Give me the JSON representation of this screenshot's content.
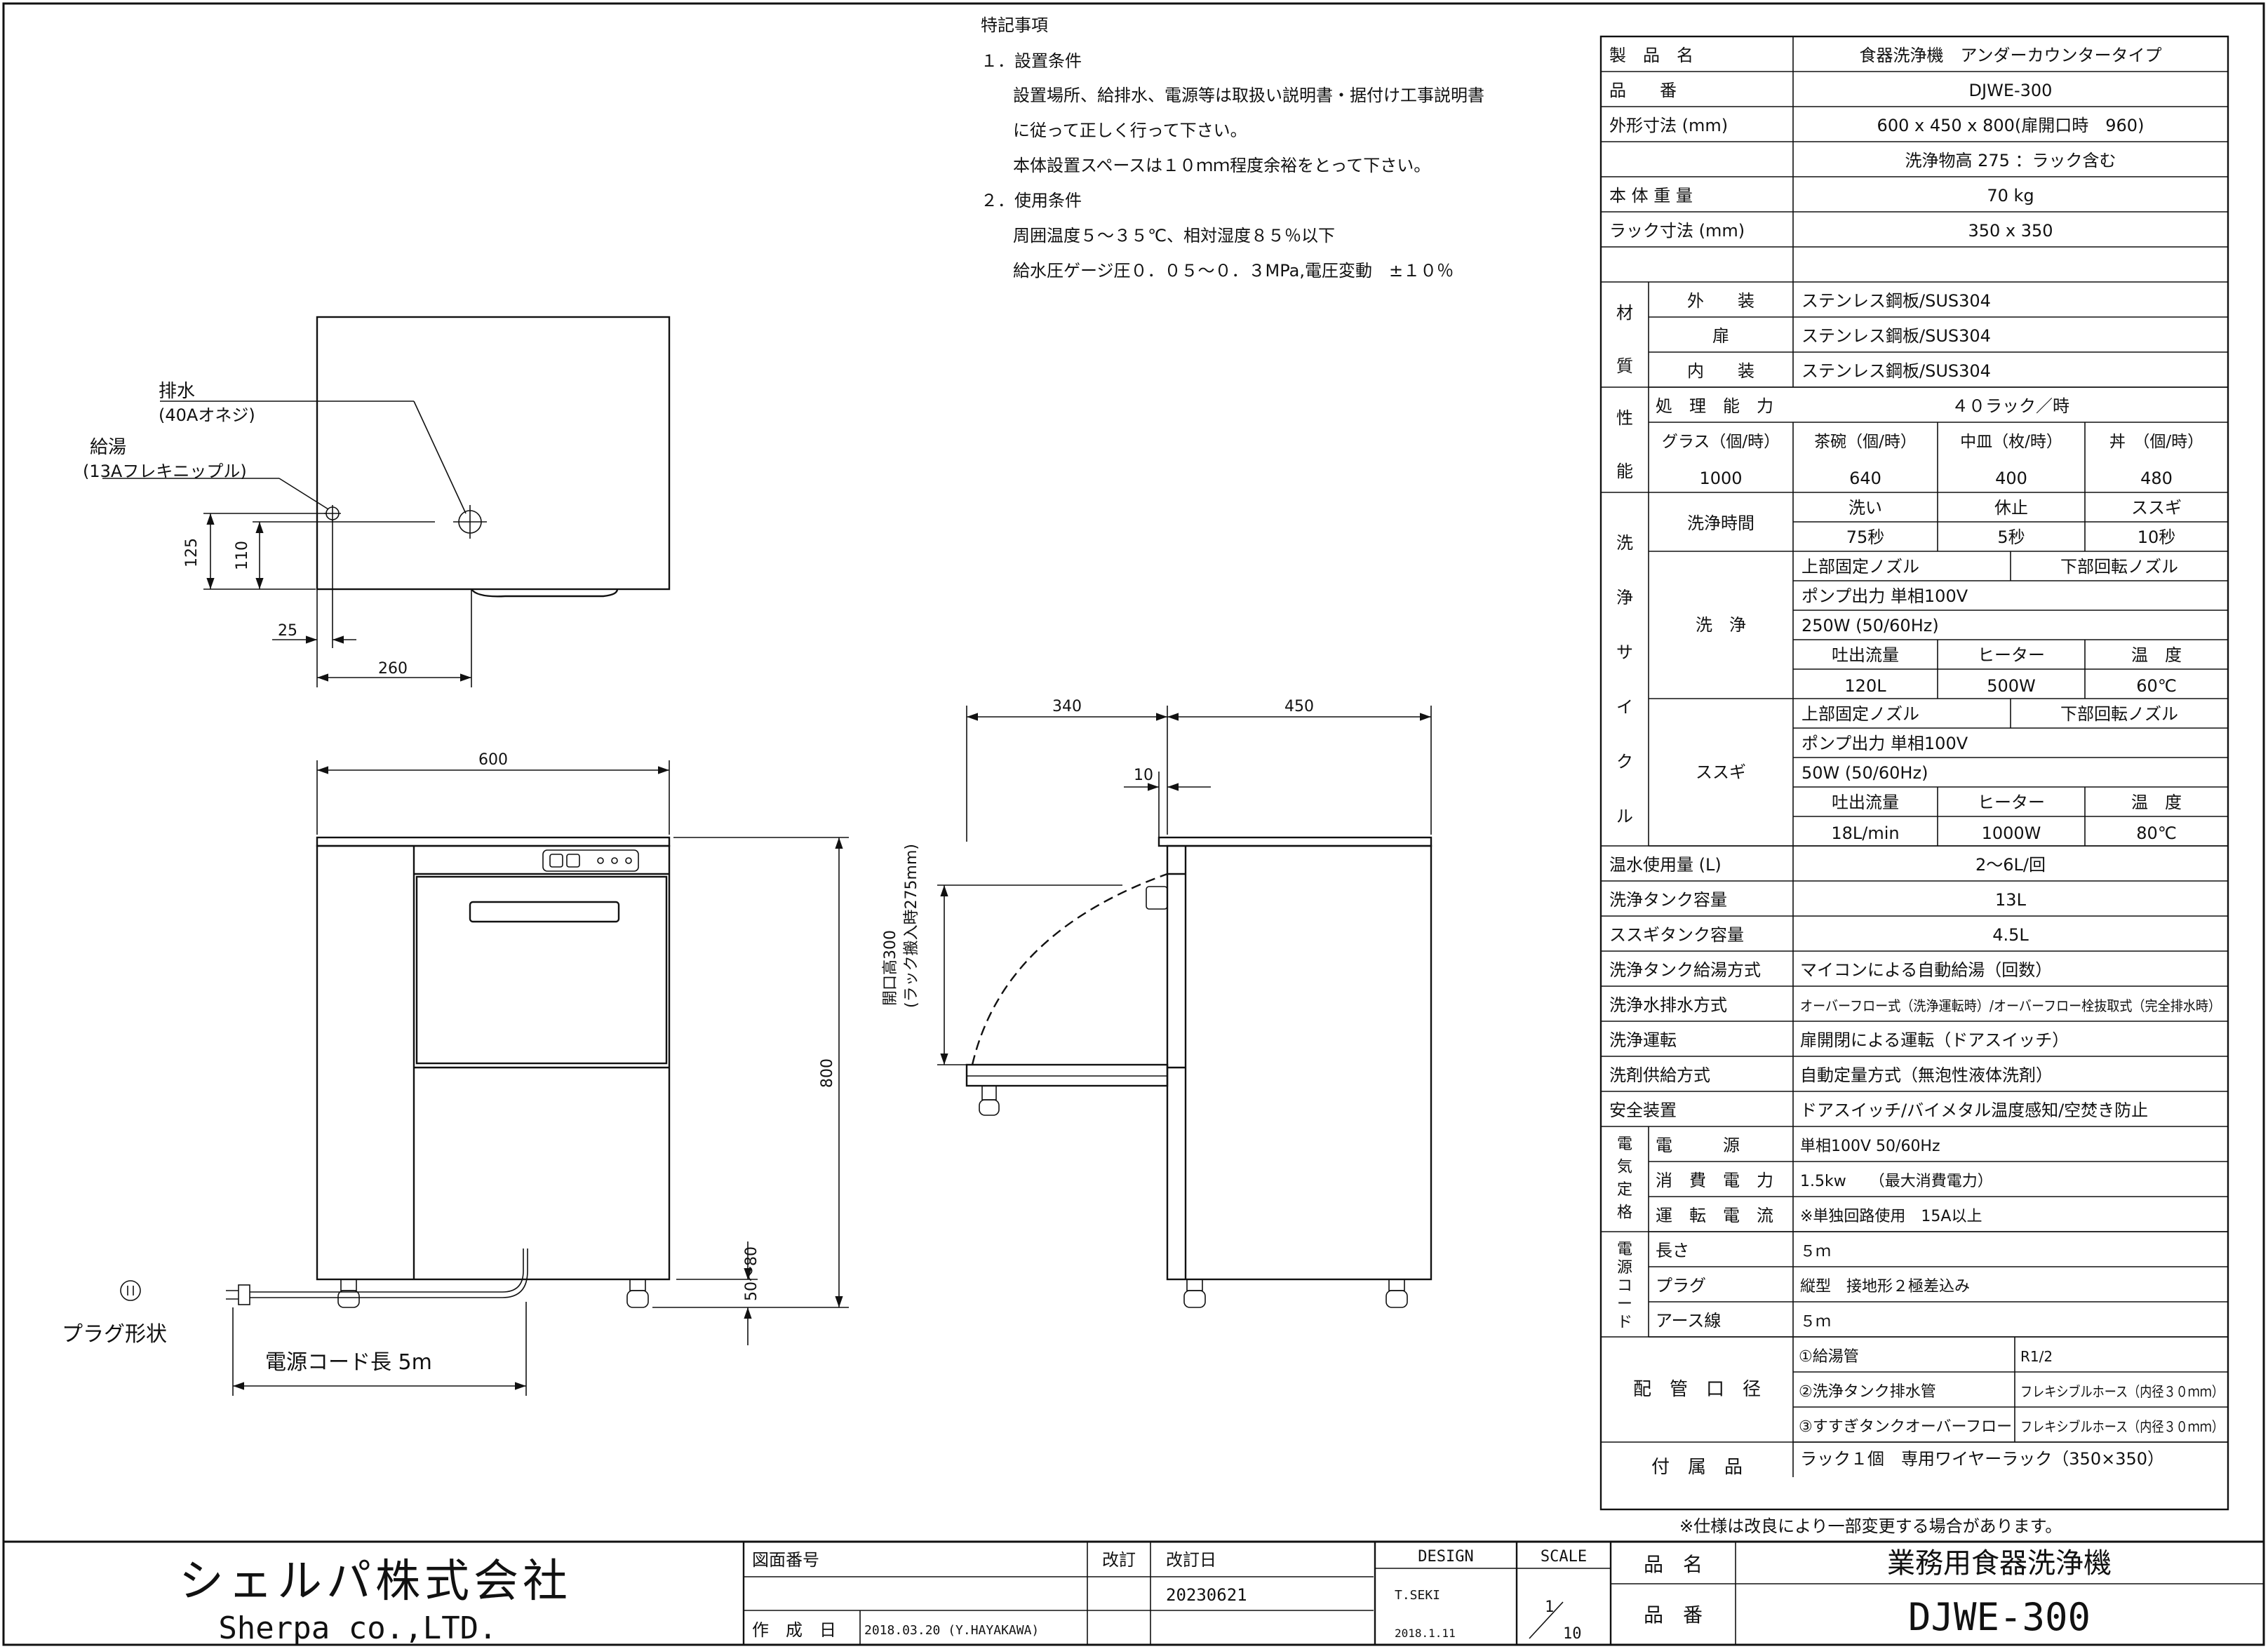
{
  "notes": {
    "heading": "特記事項",
    "lines": [
      "１．設置条件",
      "設置場所、給排水、電源等は取扱い説明書・据付け工事説明書",
      "に従って正しく行って下さい。",
      "本体設置スペースは１０ｍｍ程度余裕をとって下さい。",
      "２．使用条件",
      "周囲温度５～３５℃、相対湿度８５％以下",
      "給水圧ゲージ圧０．０５～０．３MPa,電圧変動　±１０％"
    ]
  },
  "drawing": {
    "top_view": {
      "drain_label": "排水",
      "drain_spec": "(40Aオネジ)",
      "supply_label": "給湯",
      "supply_spec": "(13Aフレキニップル)",
      "dim_125": "125",
      "dim_110": "110",
      "dim_25": "25",
      "dim_260": "260"
    },
    "front_view": {
      "dim_width": "600",
      "dim_height": "800",
      "dim_feet": "50～80",
      "cord_label": "電源コード長 5m",
      "plug_label": "プラグ形状"
    },
    "side_view": {
      "dim_340": "340",
      "dim_450": "450",
      "dim_10": "10",
      "opening_line1": "開口高300",
      "opening_line2": "(ラック搬入時275mm)"
    }
  },
  "spec_table": {
    "rows": [
      {
        "label": "製　品　名",
        "value": "食器洗浄機　アンダーカウンタータイプ"
      },
      {
        "label": "品　　番",
        "value": "DJWE-300"
      },
      {
        "label": "外形寸法 (mm)",
        "value": "600 x 450 x 800(扉開口時　960)"
      },
      {
        "label": "",
        "value": "洗浄物高 275 ：ラック含む"
      },
      {
        "label": "本 体 重 量",
        "value": "70 kg"
      },
      {
        "label": "ラック寸法 (mm)",
        "value": "350 x 350"
      },
      {
        "label": "",
        "value": ""
      }
    ],
    "material": {
      "group_chars": [
        "材",
        "質"
      ],
      "items": [
        {
          "label": "外　　装",
          "value": "ステンレス鋼板/SUS304"
        },
        {
          "label": "扉",
          "value": "ステンレス鋼板/SUS304"
        },
        {
          "label": "内　　装",
          "value": "ステンレス鋼板/SUS304"
        }
      ]
    },
    "performance": {
      "group_chars": [
        "性",
        "能"
      ],
      "capacity_label": "処　理　能　力",
      "capacity_value": "４０ラック／時",
      "headers": [
        "グラス（個/時）",
        "茶碗（個/時）",
        "中皿（枚/時）",
        "丼　（個/時）"
      ],
      "values": [
        "1000",
        "640",
        "400",
        "480"
      ]
    },
    "cycle": {
      "group_chars": [
        "洗",
        "浄",
        "サ",
        "イ",
        "ク",
        "ル"
      ],
      "time_label": "洗浄時間",
      "time_headers": [
        "洗い",
        "休止",
        "ススギ"
      ],
      "time_values": [
        "75秒",
        "5秒",
        "10秒"
      ],
      "wash": {
        "label": "洗　浄",
        "nozzle_top": "上部固定ノズル",
        "nozzle_bottom": "下部回転ノズル",
        "pump": "ポンプ出力 単相100V",
        "pump_power": "250W (50/60Hz)",
        "headers": [
          "吐出流量",
          "ヒーター",
          "温　度"
        ],
        "values": [
          "120L",
          "500W",
          "60℃"
        ]
      },
      "rinse": {
        "label": "ススギ",
        "nozzle_top": "上部固定ノズル",
        "nozzle_bottom": "下部回転ノズル",
        "pump": "ポンプ出力 単相100V",
        "pump_power": "50W (50/60Hz)",
        "headers": [
          "吐出流量",
          "ヒーター",
          "温　度"
        ],
        "values": [
          "18L/min",
          "1000W",
          "80℃"
        ]
      }
    },
    "rows2": [
      {
        "label": "温水使用量 (L)",
        "value": "2～6L/回"
      },
      {
        "label": "洗浄タンク容量",
        "value": "13L"
      },
      {
        "label": "ススギタンク容量",
        "value": "4.5L"
      },
      {
        "label": "洗浄タンク給湯方式",
        "value": "マイコンによる自動給湯（回数）"
      },
      {
        "label": "洗浄水排水方式",
        "value": "オーバーフロー式（洗浄運転時）/オーバーフロー栓抜取式（完全排水時）"
      },
      {
        "label": "洗浄運転",
        "value": "扉開閉による運転（ドアスイッチ）"
      },
      {
        "label": "洗剤供給方式",
        "value": "自動定量方式（無泡性液体洗剤）"
      },
      {
        "label": "安全装置",
        "value": "ドアスイッチ/バイメタル温度感知/空焚き防止"
      }
    ],
    "electric": {
      "group_chars": [
        "電",
        "気",
        "定",
        "格"
      ],
      "items": [
        {
          "label": "電　　　源",
          "value": "単相100V 50/60Hz"
        },
        {
          "label": "消　費　電　力",
          "value": "1.5kw　　（最大消費電力）"
        },
        {
          "label": "運　転　電　流",
          "value": "※単独回路使用　15A以上"
        }
      ]
    },
    "cord": {
      "group_chars": [
        "電",
        "源",
        "コ",
        "ー",
        "ド"
      ],
      "items": [
        {
          "label": "長さ",
          "value": "５ｍ"
        },
        {
          "label": "プラグ",
          "value": "縦型　接地形２極差込み"
        },
        {
          "label": "アース線",
          "value": "５ｍ"
        }
      ]
    },
    "piping": {
      "label": "配　管　口　径",
      "items": [
        {
          "name": "①給湯管",
          "value": "R1/2"
        },
        {
          "name": "②洗浄タンク排水管",
          "value": "フレキシブルホース（内径３０ｍｍ）"
        },
        {
          "name": "③すすぎタンクオーバーフロー",
          "value": "フレキシブルホース（内径３０ｍｍ）"
        }
      ]
    },
    "accessory": {
      "label": "付　属　品",
      "value": "ラック１個　専用ワイヤーラック（350×350）"
    },
    "footnote": "※仕様は改良により一部変更する場合があります。"
  },
  "title_block": {
    "company_jp": "シェルパ株式会社",
    "company_en": "Sherpa co.,LTD.",
    "drawing_no_label": "図面番号",
    "rev_label": "改訂",
    "rev_date_label": "改訂日",
    "rev_date": "20230621",
    "made_label": "作　成　日",
    "made_value": "2018.03.20 (Y.HAYAKAWA)",
    "design_label": "DESIGN",
    "design_name": "T.SEKI",
    "design_date": "2018.1.11",
    "scale_label": "SCALE",
    "scale_num": "1",
    "scale_den": "10",
    "name_label": "品　名",
    "name_value": "業務用食器洗浄機",
    "code_label": "品　番",
    "code_value": "DJWE-300"
  }
}
